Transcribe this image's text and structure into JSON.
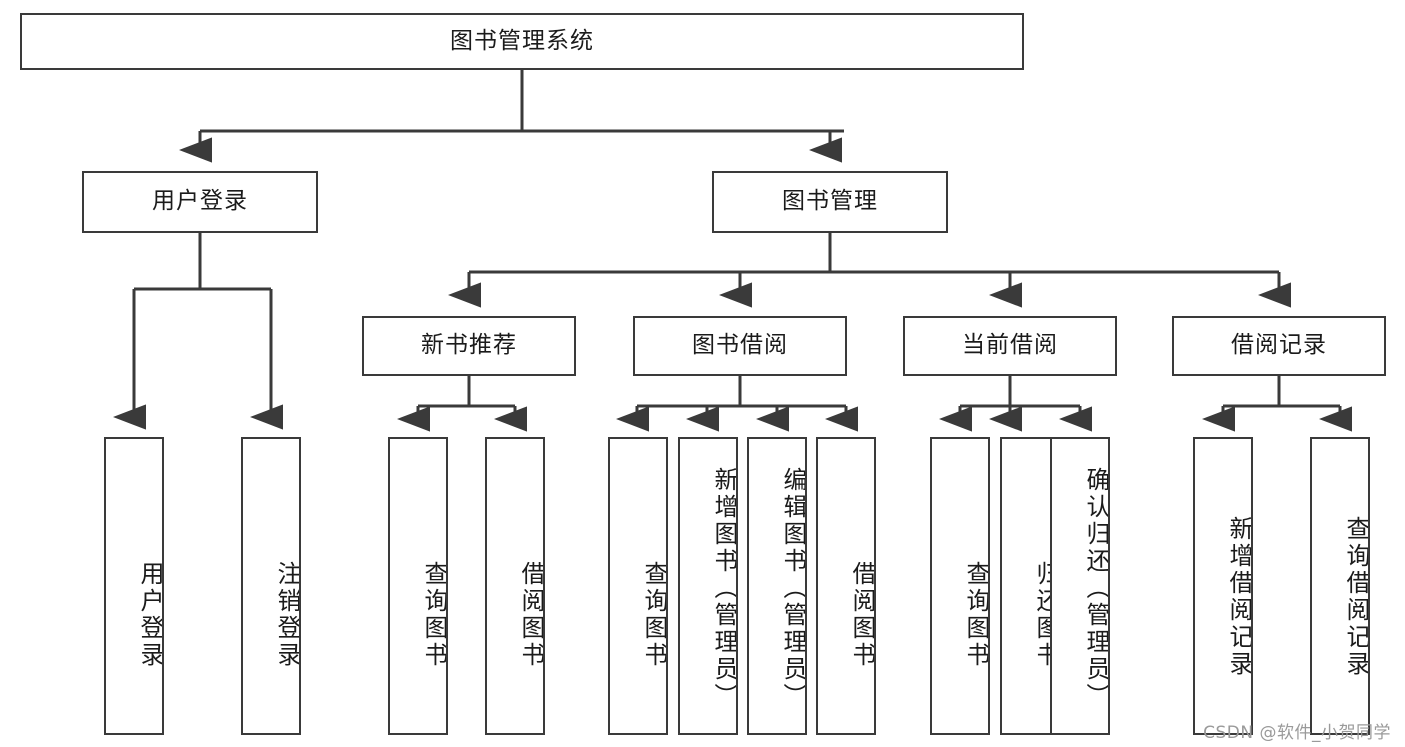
{
  "diagram": {
    "type": "tree-hierarchy-chart",
    "title": "图书管理系统",
    "stroke_color": "#3a3a3a",
    "background_color": "#ffffff",
    "text_color": "#1b1b1b",
    "levels": [
      {
        "level": 1,
        "nodes": [
          {
            "id": "root",
            "label": "图书管理系统",
            "orientation": "horizontal"
          }
        ]
      },
      {
        "level": 2,
        "nodes": [
          {
            "id": "user-login",
            "label": "用户登录",
            "orientation": "horizontal",
            "parent": "root"
          },
          {
            "id": "book-management",
            "label": "图书管理",
            "orientation": "horizontal",
            "parent": "root"
          }
        ]
      },
      {
        "level": 3,
        "nodes": [
          {
            "id": "new-book-recommend",
            "label": "新书推荐",
            "orientation": "horizontal",
            "parent": "book-management"
          },
          {
            "id": "book-borrow",
            "label": "图书借阅",
            "orientation": "horizontal",
            "parent": "book-management"
          },
          {
            "id": "current-borrow",
            "label": "当前借阅",
            "orientation": "horizontal",
            "parent": "book-management"
          },
          {
            "id": "borrow-record",
            "label": "借阅记录",
            "orientation": "horizontal",
            "parent": "book-management"
          }
        ]
      },
      {
        "level": 4,
        "nodes": [
          {
            "id": "leaf-user-login",
            "label": "用户登录",
            "orientation": "vertical",
            "parent": "user-login"
          },
          {
            "id": "leaf-logout-login",
            "label": "注销登录",
            "orientation": "vertical",
            "parent": "user-login"
          },
          {
            "id": "leaf-query-book-1",
            "label": "查询图书",
            "orientation": "vertical",
            "parent": "new-book-recommend"
          },
          {
            "id": "leaf-borrow-book-1",
            "label": "借阅图书",
            "orientation": "vertical",
            "parent": "new-book-recommend"
          },
          {
            "id": "leaf-query-book-2",
            "label": "查询图书",
            "orientation": "vertical",
            "parent": "book-borrow"
          },
          {
            "id": "leaf-add-book-admin",
            "label": "新增图书（管理员）",
            "orientation": "vertical",
            "parent": "book-borrow"
          },
          {
            "id": "leaf-edit-book-admin",
            "label": "编辑图书（管理员）",
            "orientation": "vertical",
            "parent": "book-borrow"
          },
          {
            "id": "leaf-borrow-book-2",
            "label": "借阅图书",
            "orientation": "vertical",
            "parent": "book-borrow"
          },
          {
            "id": "leaf-query-book-3",
            "label": "查询图书",
            "orientation": "vertical",
            "parent": "current-borrow"
          },
          {
            "id": "leaf-return-book",
            "label": "归还图书",
            "orientation": "vertical",
            "parent": "current-borrow"
          },
          {
            "id": "leaf-confirm-return-admin",
            "label": "确认归还（管理员）",
            "orientation": "vertical",
            "parent": "current-borrow"
          },
          {
            "id": "leaf-add-borrow-record",
            "label": "新增借阅记录",
            "orientation": "vertical",
            "parent": "borrow-record"
          },
          {
            "id": "leaf-query-borrow-record",
            "label": "查询借阅记录",
            "orientation": "vertical",
            "parent": "borrow-record"
          }
        ]
      }
    ]
  },
  "watermark": {
    "text": "CSDN @软件_小贺同学",
    "color": "#9a9a9a"
  }
}
